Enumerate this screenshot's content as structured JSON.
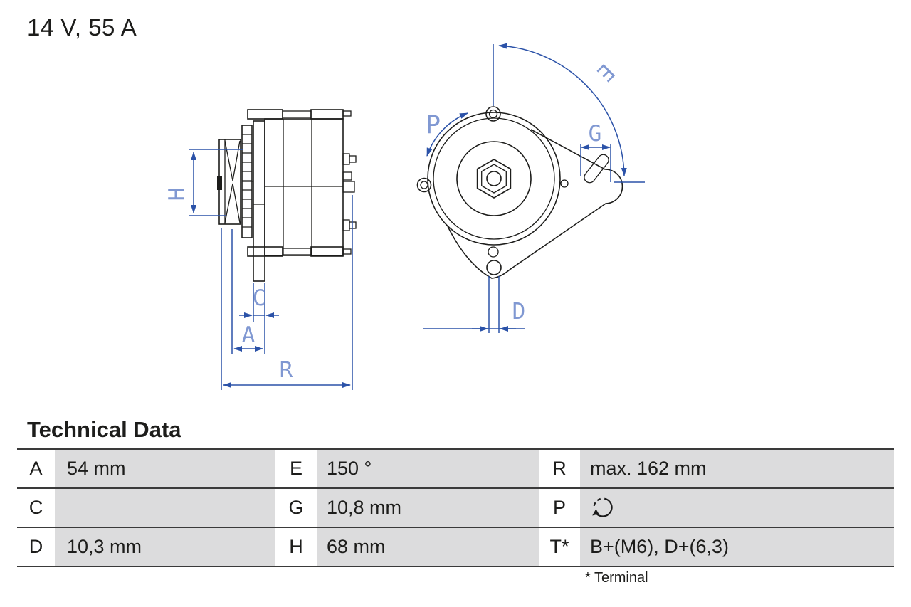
{
  "title": "14 V, 55 A",
  "drawing": {
    "side_view": {
      "description": "alternator side view with pulley",
      "dim_labels": {
        "h": "H",
        "c": "C",
        "a": "A",
        "r": "R"
      }
    },
    "front_view": {
      "description": "alternator front view with mounting bracket",
      "dim_labels": {
        "p": "P",
        "e": "E",
        "g": "G",
        "d": "D"
      }
    },
    "colors": {
      "outline": "#1d1d1b",
      "dimension_line": "#2b52a8",
      "dimension_label": "#8098d2"
    }
  },
  "technical_data": {
    "heading": "Technical Data",
    "rows": [
      {
        "cells": [
          {
            "key": "A",
            "value": "54 mm"
          },
          {
            "key": "E",
            "value": "150 °"
          },
          {
            "key": "R",
            "value": "max. 162 mm"
          }
        ]
      },
      {
        "cells": [
          {
            "key": "C",
            "value": ""
          },
          {
            "key": "G",
            "value": "10,8 mm"
          },
          {
            "key": "P",
            "value": "",
            "icon": "rotation-direction-icon"
          }
        ]
      },
      {
        "cells": [
          {
            "key": "D",
            "value": "10,3 mm"
          },
          {
            "key": "H",
            "value": "68 mm"
          },
          {
            "key": "T*",
            "value": "B+(M6), D+(6,3)"
          }
        ]
      }
    ],
    "footnote": "* Terminal",
    "colors": {
      "value_cell_bg": "#dcdcdd",
      "rule": "#3a3a3a"
    }
  }
}
